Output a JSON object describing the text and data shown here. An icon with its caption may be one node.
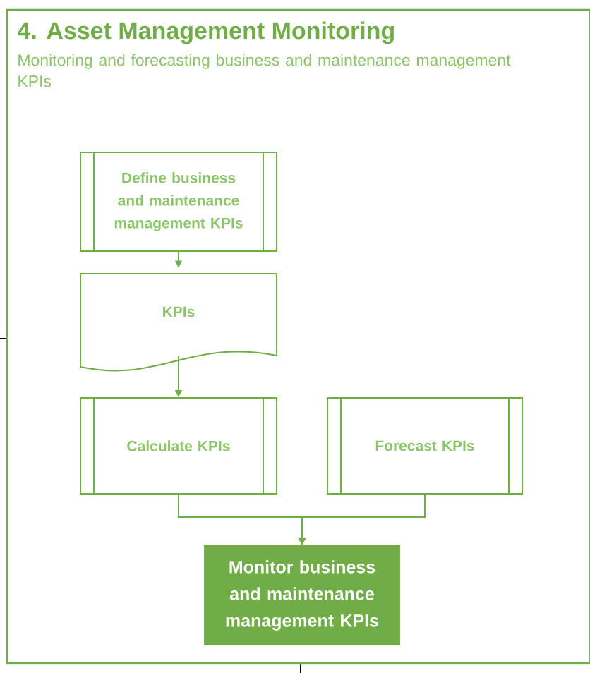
{
  "diagram": {
    "nodes": [
      {
        "text": [
          "4. Asset Management Monitoring",
          "Monitoring and forecasting business and maintenance management KPIs"
        ]
      },
      {
        "text": [
          "Define business and maintenance management KPIs"
        ],
        "in": 0
      },
      {
        "text": [
          "KPIs"
        ],
        "in": 0
      },
      {
        "text": [
          "Calculate KPIs"
        ],
        "in": 0
      },
      {
        "text": [
          "Forecast KPIs"
        ],
        "in": 0
      },
      {
        "text": [
          "Monitor business and maintenance management KPIs"
        ],
        "in": 0
      }
    ],
    "edges": [
      {
        "from": 1,
        "to": 2,
        "arrow": "to"
      },
      {
        "from": 2,
        "to": 3,
        "arrow": "to"
      },
      {
        "from": 3,
        "to": 5,
        "arrow": "to"
      },
      {
        "from": 4,
        "to": 5,
        "arrow": "to"
      },
      {
        "from": null,
        "to": 0,
        "arrow": "none",
        "color": "#000000"
      },
      {
        "from": 0,
        "to": null,
        "arrow": "none",
        "color": "#000000"
      }
    ]
  }
}
